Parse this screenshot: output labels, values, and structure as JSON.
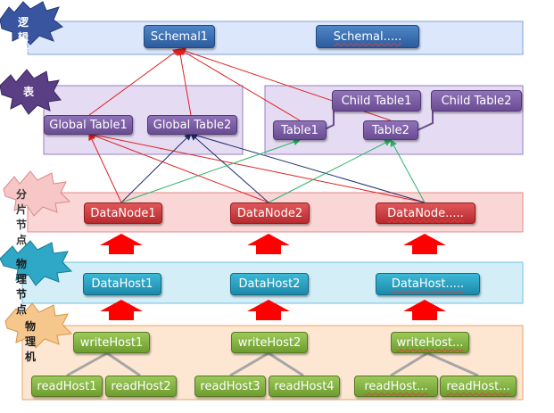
{
  "layers": {
    "logic_db": "逻辑库",
    "table": "表",
    "shard_node": "分片节点",
    "physical_node": "物理节点",
    "physical_machine": "物理机"
  },
  "schemas": [
    "Schemal1",
    "Schemal....."
  ],
  "tables": {
    "global": [
      "Global Table1",
      "Global Table2"
    ],
    "shard": [
      "Table1",
      "Table2"
    ],
    "child": [
      "Child Table1",
      "Child Table2"
    ]
  },
  "datanodes": [
    "DataNode1",
    "DataNode2",
    "DataNode....."
  ],
  "datahosts": [
    "DataHost1",
    "DataHost2",
    "DataHost....."
  ],
  "writehosts": [
    "writeHost1",
    "writeHost2",
    "writeHost..."
  ],
  "readhosts": [
    "readHost1",
    "readHost2",
    "readHost3",
    "readHost4",
    "readHost...",
    "readHost..."
  ],
  "colors": {
    "red_line": "#e02020",
    "navy_line": "#1f2f6e",
    "green_line": "#2db36a",
    "arrow_red": "#ff0000"
  }
}
